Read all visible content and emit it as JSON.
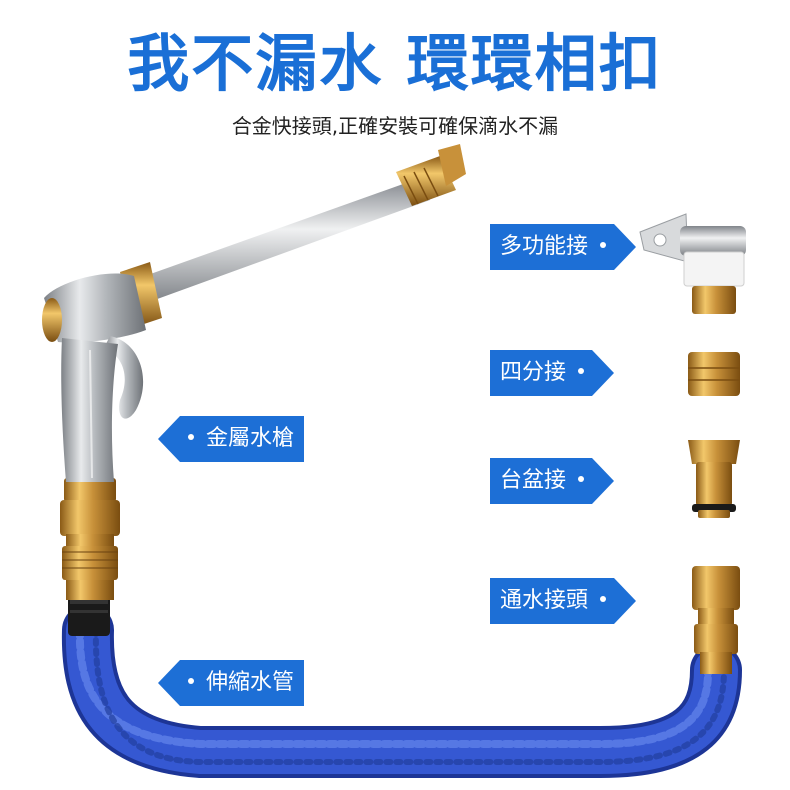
{
  "headline": "我不漏水 環環相扣",
  "subline": "合金快接頭,正確安裝可確保滴水不漏",
  "labels": {
    "multi_connector": "多功能接",
    "quarter_connector": "四分接",
    "basin_connector": "台盆接",
    "water_connector": "通水接頭",
    "metal_gun": "金屬水槍",
    "hose": "伸縮水管"
  },
  "colors": {
    "accent": "#1d6fd6",
    "brass": "#c8913a",
    "hose": "#2f56c8",
    "metal": "#b9bcc0"
  }
}
